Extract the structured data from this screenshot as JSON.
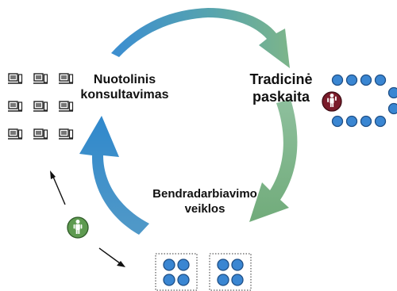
{
  "labels": {
    "remote_line1": "Nuotolinis",
    "remote_line2": "konsultavimas",
    "traditional_line1": "Tradicinė",
    "traditional_line2": "paskaita",
    "collab_line1": "Bendradarbiavimo",
    "collab_line2": "veiklos"
  },
  "colors": {
    "blue": "#3b8fcf",
    "green": "#7fb083",
    "teal": "#5aa7a9",
    "seat_fill": "#3a86d2",
    "seat_stroke": "#1f4f86",
    "presenter_badge": "#7a1b2a",
    "learner_badge": "#5e9a50"
  },
  "icons": {
    "computer": "computer-icon",
    "seat": "seat-circle",
    "presenter": "person-icon",
    "learner": "person-icon"
  }
}
